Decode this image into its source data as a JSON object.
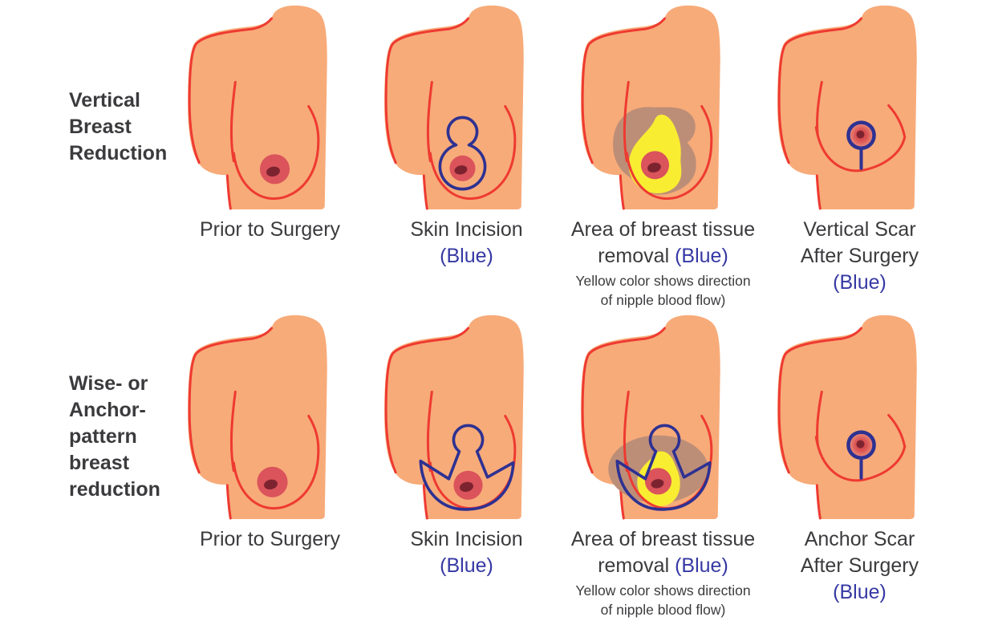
{
  "palette": {
    "skin": "#F7AB79",
    "outline_red": "#EE3A31",
    "areola_red": "#DB535B",
    "nipple_dark": "#7D2330",
    "incision_blue": "#2E3192",
    "removal_brown": "#BD8E77",
    "pedicle_yellow": "#F9ED32",
    "text_dark": "#3B3B3E",
    "text_blue": "#3639A4"
  },
  "rows": [
    {
      "label": "Vertical\nBreast\nReduction",
      "figures": [
        {
          "id": "prior-to-surgery",
          "caption_main": "Prior to Surgery",
          "caption_blue": "",
          "note": ""
        },
        {
          "id": "skin-incision",
          "caption_main": "Skin Incision\n",
          "caption_blue": "(Blue)",
          "note": ""
        },
        {
          "id": "tissue-removal",
          "caption_main": "Area of breast tissue\nremoval ",
          "caption_blue": "(Blue)",
          "note": "Yellow color shows direction\nof nipple blood flow)"
        },
        {
          "id": "vertical-scar",
          "caption_main": "Vertical Scar\nAfter Surgery\n",
          "caption_blue": "(Blue)",
          "note": ""
        }
      ]
    },
    {
      "label": "Wise- or\nAnchor-\npattern\nbreast\nreduction",
      "figures": [
        {
          "id": "prior-to-surgery",
          "caption_main": "Prior to Surgery",
          "caption_blue": "",
          "note": ""
        },
        {
          "id": "skin-incision",
          "caption_main": "Skin Incision\n",
          "caption_blue": "(Blue)",
          "note": ""
        },
        {
          "id": "tissue-removal",
          "caption_main": "Area of breast tissue\nremoval ",
          "caption_blue": "(Blue)",
          "note": "Yellow color shows direction\nof nipple blood flow)"
        },
        {
          "id": "anchor-scar",
          "caption_main": "Anchor Scar\nAfter Surgery\n",
          "caption_blue": "(Blue)",
          "note": ""
        }
      ]
    }
  ]
}
